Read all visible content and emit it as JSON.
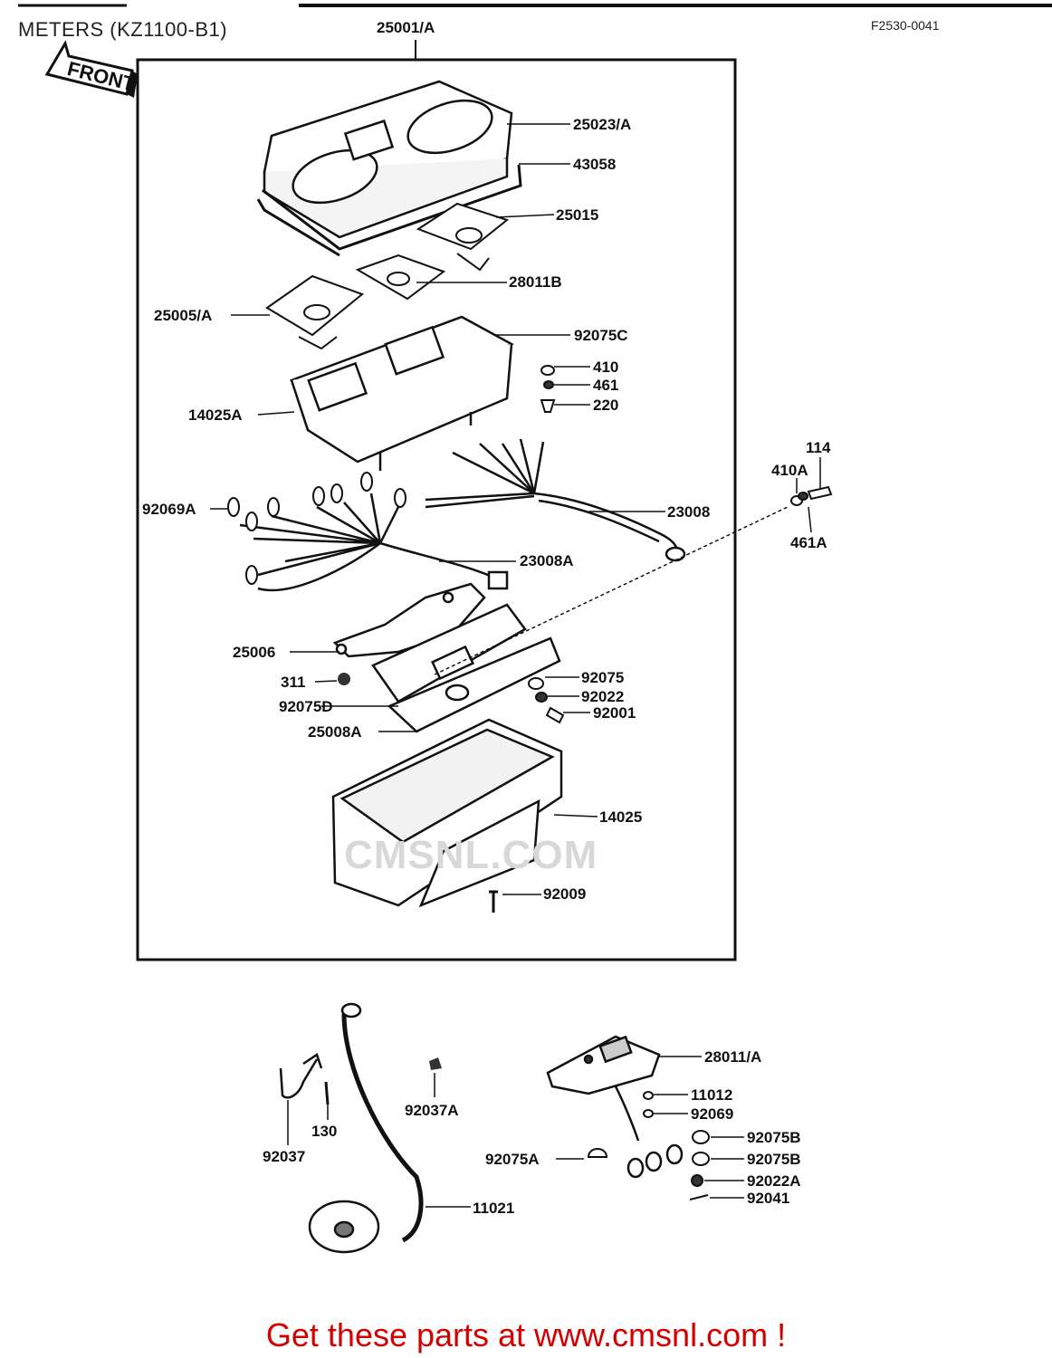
{
  "header": {
    "title": "METERS (KZ1100-B1)",
    "diagram_code": "F2530-0041",
    "front_label": "FRONT"
  },
  "watermark": "CMSNL.COM",
  "footer": {
    "text": "Get these parts at www.cmsnl.com !"
  },
  "parts": [
    {
      "id": "p1",
      "label": "25001/A"
    },
    {
      "id": "p2",
      "label": "25023/A"
    },
    {
      "id": "p3",
      "label": "43058"
    },
    {
      "id": "p4",
      "label": "25015"
    },
    {
      "id": "p5",
      "label": "28011B"
    },
    {
      "id": "p6",
      "label": "25005/A"
    },
    {
      "id": "p7",
      "label": "92075C"
    },
    {
      "id": "p8",
      "label": "410"
    },
    {
      "id": "p9",
      "label": "461"
    },
    {
      "id": "p10",
      "label": "220"
    },
    {
      "id": "p11",
      "label": "14025A"
    },
    {
      "id": "p12",
      "label": "114"
    },
    {
      "id": "p13",
      "label": "410A"
    },
    {
      "id": "p14",
      "label": "461A"
    },
    {
      "id": "p15",
      "label": "92069A"
    },
    {
      "id": "p16",
      "label": "23008"
    },
    {
      "id": "p17",
      "label": "23008A"
    },
    {
      "id": "p18",
      "label": "25006"
    },
    {
      "id": "p19",
      "label": "311"
    },
    {
      "id": "p20",
      "label": "92075"
    },
    {
      "id": "p21",
      "label": "92022"
    },
    {
      "id": "p22",
      "label": "92075D"
    },
    {
      "id": "p23",
      "label": "92001"
    },
    {
      "id": "p24",
      "label": "25008A"
    },
    {
      "id": "p25",
      "label": "14025"
    },
    {
      "id": "p26",
      "label": "92009"
    },
    {
      "id": "p27",
      "label": "28011/A"
    },
    {
      "id": "p28",
      "label": "11012"
    },
    {
      "id": "p29",
      "label": "92069"
    },
    {
      "id": "p30",
      "label": "92075B"
    },
    {
      "id": "p31",
      "label": "92075B"
    },
    {
      "id": "p32",
      "label": "92022A"
    },
    {
      "id": "p33",
      "label": "92041"
    },
    {
      "id": "p34",
      "label": "92037A"
    },
    {
      "id": "p35",
      "label": "92075A"
    },
    {
      "id": "p36",
      "label": "130"
    },
    {
      "id": "p37",
      "label": "92037"
    },
    {
      "id": "p38",
      "label": "11021"
    }
  ]
}
